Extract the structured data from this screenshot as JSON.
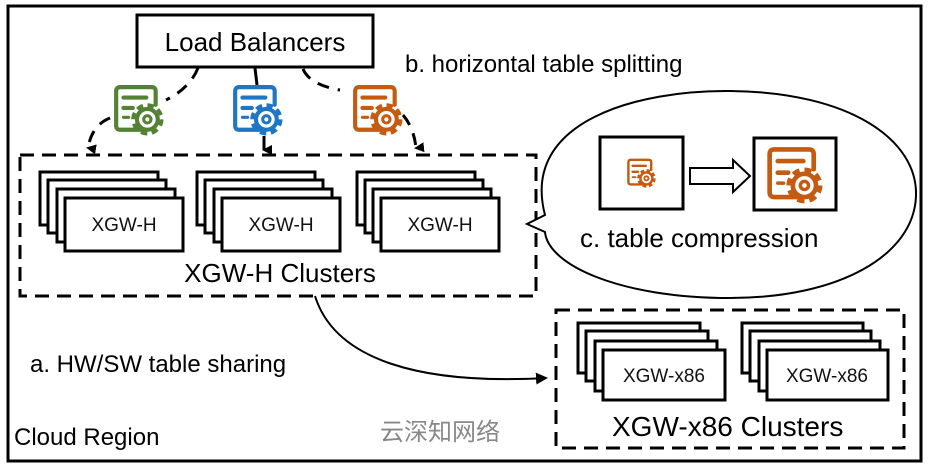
{
  "region_label": "Cloud Region",
  "load_balancers": "Load Balancers",
  "annotations": {
    "a": "a. HW/SW table sharing",
    "b": "b. horizontal table splitting",
    "c": "c.  table compression"
  },
  "xgw_h": {
    "cluster_label": "XGW-H Clusters",
    "nodes": [
      "XGW-H",
      "XGW-H",
      "XGW-H"
    ]
  },
  "xgw_x86": {
    "cluster_label": "XGW-x86 Clusters",
    "nodes": [
      "XGW-x86",
      "XGW-x86"
    ]
  },
  "table_icons": [
    {
      "icon": "table-config-icon",
      "color": "#548235"
    },
    {
      "icon": "table-config-icon",
      "color": "#1f77c4"
    },
    {
      "icon": "table-config-icon",
      "color": "#c55a11"
    }
  ],
  "compression_color": "#c55a11",
  "watermark": "云深知网络"
}
